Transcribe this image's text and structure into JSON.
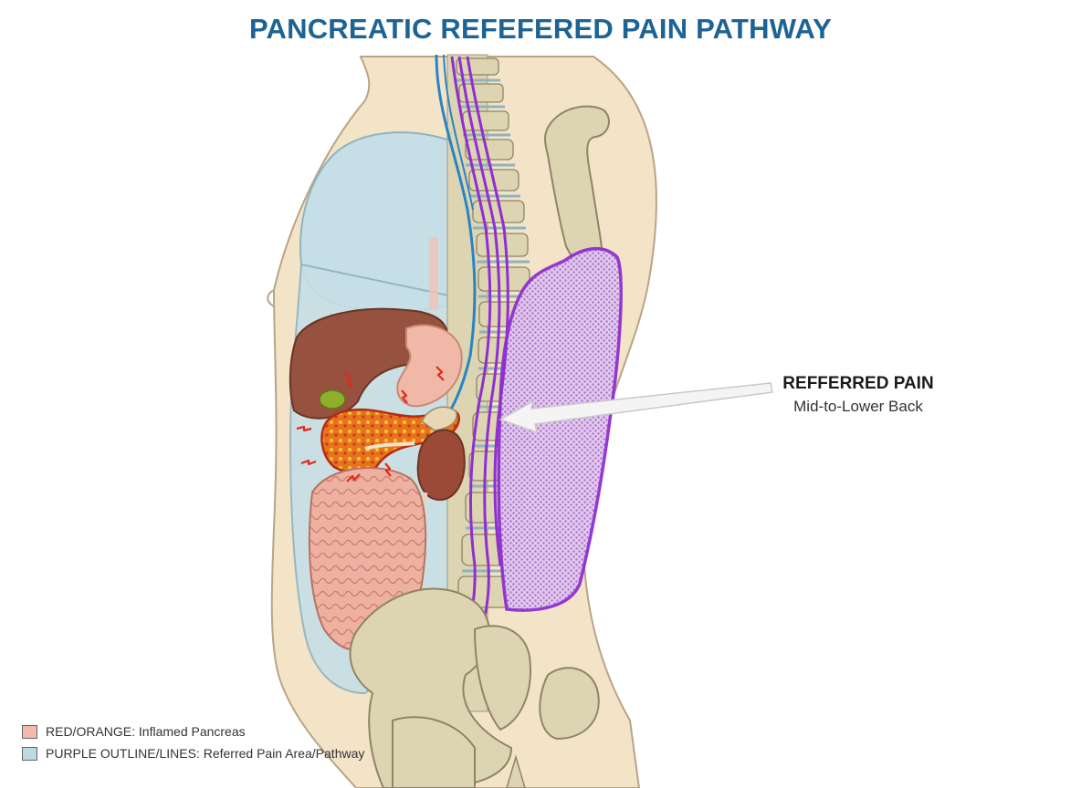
{
  "title": "PANCREATIC REFEFERED PAIN PATHWAY",
  "callout": {
    "heading": "REFFERRED PAIN",
    "subheading": "Mid-to-Lower Back"
  },
  "legend": [
    {
      "label": "RED/ORANGE: Inflamed Pancreas",
      "color": "#f2b9ad"
    },
    {
      "label": "PURPLE OUTLINE/LINES: Referred Pain Area/Pathway",
      "color": "#bcd9e4"
    }
  ],
  "colors": {
    "skin": "#f3e4c8",
    "skin_outline": "#b9a488",
    "bone": "#ddd5b2",
    "lung": "#c6dfe6",
    "liver": "#96523e",
    "pancreas": "#e9741c",
    "kidney": "#9b4a37",
    "intestine": "#eeb0a0",
    "purple": "#8f2fcf",
    "nerve_blue": "#2a83c4",
    "arrow": "#f4f4f4",
    "title": "#1d6394"
  },
  "icons": [
    "pain-lightning-icon",
    "callout-arrow-icon"
  ]
}
